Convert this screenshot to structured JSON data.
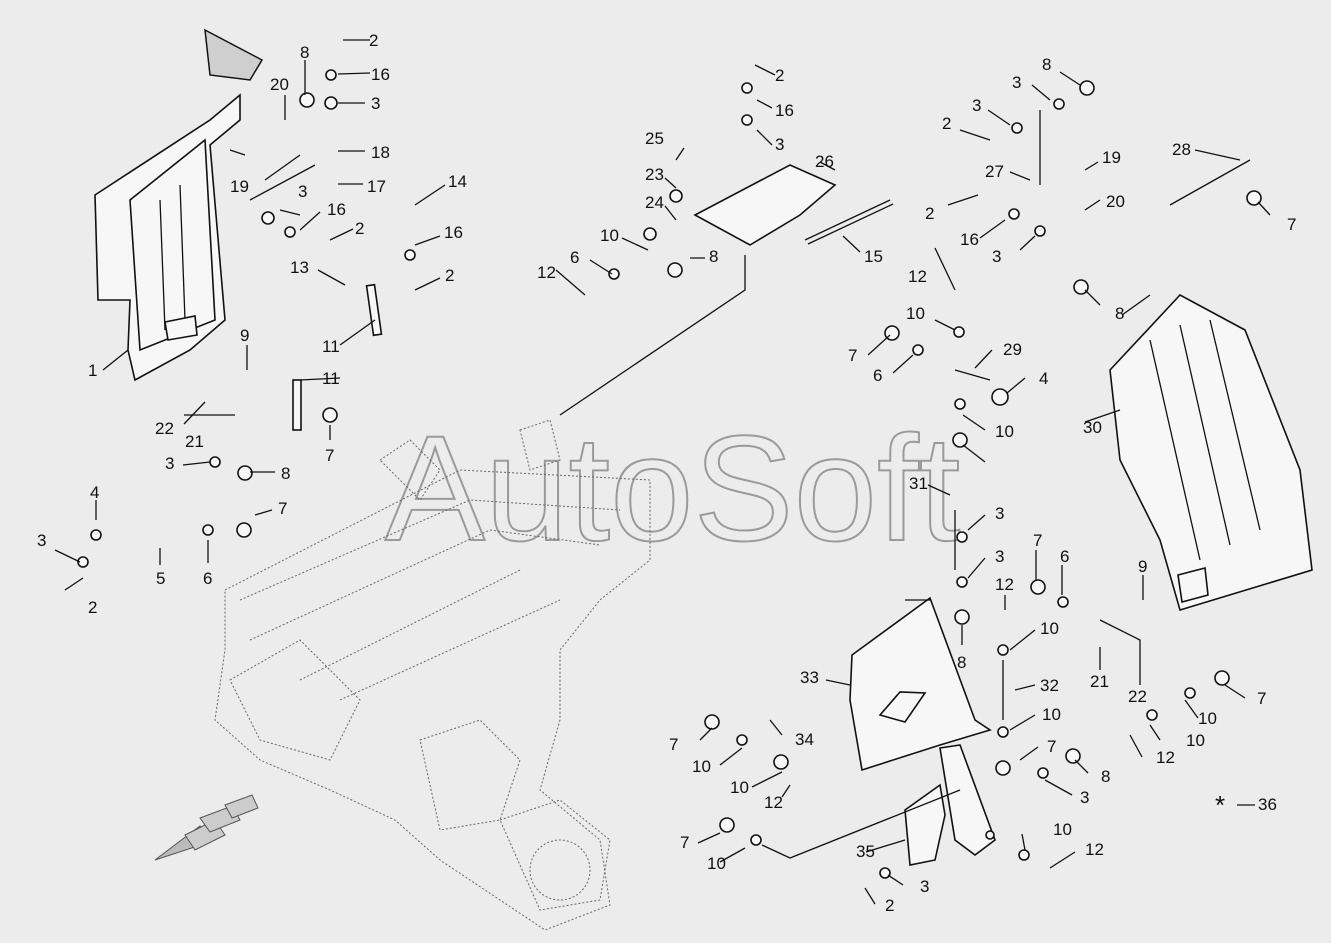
{
  "watermark": "AutoSoft",
  "note_symbol": "*",
  "note_number": "36",
  "callouts": [
    {
      "id": "c1",
      "text": "1"
    },
    {
      "id": "c2a",
      "text": "2"
    },
    {
      "id": "c16a",
      "text": "16"
    },
    {
      "id": "c3a",
      "text": "3"
    },
    {
      "id": "c8a",
      "text": "8"
    },
    {
      "id": "c20a",
      "text": "20"
    },
    {
      "id": "c19a",
      "text": "19"
    },
    {
      "id": "c18",
      "text": "18"
    },
    {
      "id": "c17",
      "text": "17"
    },
    {
      "id": "c3b",
      "text": "3"
    },
    {
      "id": "c16b",
      "text": "16"
    },
    {
      "id": "c2b",
      "text": "2"
    },
    {
      "id": "c14",
      "text": "14"
    },
    {
      "id": "c16c",
      "text": "16"
    },
    {
      "id": "c13",
      "text": "13"
    },
    {
      "id": "c2c",
      "text": "2"
    },
    {
      "id": "c11a",
      "text": "11"
    },
    {
      "id": "c9a",
      "text": "9"
    },
    {
      "id": "c11b",
      "text": "11"
    },
    {
      "id": "c7a",
      "text": "7"
    },
    {
      "id": "c22a",
      "text": "22"
    },
    {
      "id": "c21a",
      "text": "21"
    },
    {
      "id": "c3c",
      "text": "3"
    },
    {
      "id": "c8b",
      "text": "8"
    },
    {
      "id": "c4a",
      "text": "4"
    },
    {
      "id": "c7b",
      "text": "7"
    },
    {
      "id": "c3d",
      "text": "3"
    },
    {
      "id": "c5",
      "text": "5"
    },
    {
      "id": "c6a",
      "text": "6"
    },
    {
      "id": "c2d",
      "text": "2"
    },
    {
      "id": "c2e",
      "text": "2"
    },
    {
      "id": "c16d",
      "text": "16"
    },
    {
      "id": "c3e",
      "text": "3"
    },
    {
      "id": "c25",
      "text": "25"
    },
    {
      "id": "c23",
      "text": "23"
    },
    {
      "id": "c24",
      "text": "24"
    },
    {
      "id": "c26",
      "text": "26"
    },
    {
      "id": "c10a",
      "text": "10"
    },
    {
      "id": "c6b",
      "text": "6"
    },
    {
      "id": "c8c",
      "text": "8"
    },
    {
      "id": "c12a",
      "text": "12"
    },
    {
      "id": "c15",
      "text": "15"
    },
    {
      "id": "c8d",
      "text": "8"
    },
    {
      "id": "c3f",
      "text": "3"
    },
    {
      "id": "c3g",
      "text": "3"
    },
    {
      "id": "c2f",
      "text": "2"
    },
    {
      "id": "c19b",
      "text": "19"
    },
    {
      "id": "c27",
      "text": "27"
    },
    {
      "id": "c28",
      "text": "28"
    },
    {
      "id": "c2g",
      "text": "2"
    },
    {
      "id": "c20b",
      "text": "20"
    },
    {
      "id": "c7c",
      "text": "7"
    },
    {
      "id": "c16e",
      "text": "16"
    },
    {
      "id": "c3h",
      "text": "3"
    },
    {
      "id": "c8e",
      "text": "8"
    },
    {
      "id": "c12b",
      "text": "12"
    },
    {
      "id": "c10b",
      "text": "10"
    },
    {
      "id": "c7d",
      "text": "7"
    },
    {
      "id": "c29",
      "text": "29"
    },
    {
      "id": "c6c",
      "text": "6"
    },
    {
      "id": "c4b",
      "text": "4"
    },
    {
      "id": "c10c",
      "text": "10"
    },
    {
      "id": "c7e",
      "text": "7"
    },
    {
      "id": "c30",
      "text": "30"
    },
    {
      "id": "c31",
      "text": "31"
    },
    {
      "id": "c3i",
      "text": "3"
    },
    {
      "id": "c3j",
      "text": "3"
    },
    {
      "id": "c7f",
      "text": "7"
    },
    {
      "id": "c6d",
      "text": "6"
    },
    {
      "id": "c9b",
      "text": "9"
    },
    {
      "id": "c12c",
      "text": "12"
    },
    {
      "id": "c10d",
      "text": "10"
    },
    {
      "id": "c8f",
      "text": "8"
    },
    {
      "id": "c21b",
      "text": "21"
    },
    {
      "id": "c33",
      "text": "33"
    },
    {
      "id": "c32",
      "text": "32"
    },
    {
      "id": "c22b",
      "text": "22"
    },
    {
      "id": "c7g",
      "text": "7"
    },
    {
      "id": "c10e",
      "text": "10"
    },
    {
      "id": "c34",
      "text": "34"
    },
    {
      "id": "c10f",
      "text": "10"
    },
    {
      "id": "c7h",
      "text": "7"
    },
    {
      "id": "c10g",
      "text": "10"
    },
    {
      "id": "c10h",
      "text": "10"
    },
    {
      "id": "c12d",
      "text": "12"
    },
    {
      "id": "c7i",
      "text": "7"
    },
    {
      "id": "c8g",
      "text": "8"
    },
    {
      "id": "c10i",
      "text": "10"
    },
    {
      "id": "c12e",
      "text": "12"
    },
    {
      "id": "c3k",
      "text": "3"
    },
    {
      "id": "c7j",
      "text": "7"
    },
    {
      "id": "c10j",
      "text": "10"
    },
    {
      "id": "c35",
      "text": "35"
    },
    {
      "id": "c10k",
      "text": "10"
    },
    {
      "id": "c12f",
      "text": "12"
    },
    {
      "id": "c3l",
      "text": "3"
    },
    {
      "id": "c2h",
      "text": "2"
    }
  ]
}
